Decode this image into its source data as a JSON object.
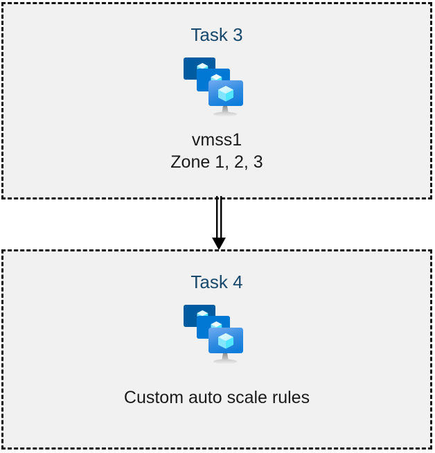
{
  "diagram": {
    "background_color": "#ffffff",
    "box_fill_color": "#f1f1f1",
    "box_border_color": "#111111",
    "title_color": "#18486b",
    "caption_color": "#1a1a1a",
    "arrow_color": "#000000",
    "boxes": [
      {
        "id": "task-3",
        "title": "Task 3",
        "icon": "azure-vm-scale-set-icon",
        "caption_lines": [
          "vmss1",
          "Zone 1, 2, 3"
        ]
      },
      {
        "id": "task-4",
        "title": "Task 4",
        "icon": "azure-vm-scale-set-icon",
        "caption_lines": [
          "Custom auto scale rules"
        ]
      }
    ],
    "connector": {
      "name": "double-line-down-arrow",
      "from": "Task 3",
      "to": "Task 4"
    },
    "icon_colors": {
      "monitor_back": "#005ba1",
      "monitor_mid": "#0078d4",
      "monitor_front_top": "#5ea0ef",
      "monitor_front_bottom": "#0f7ddb",
      "cube_light": "#c3f1ff",
      "cube_mid": "#9cebff",
      "cube_dark": "#50e6ff",
      "stand_top": "#949494",
      "stand_bottom": "#e8e8e8"
    }
  }
}
